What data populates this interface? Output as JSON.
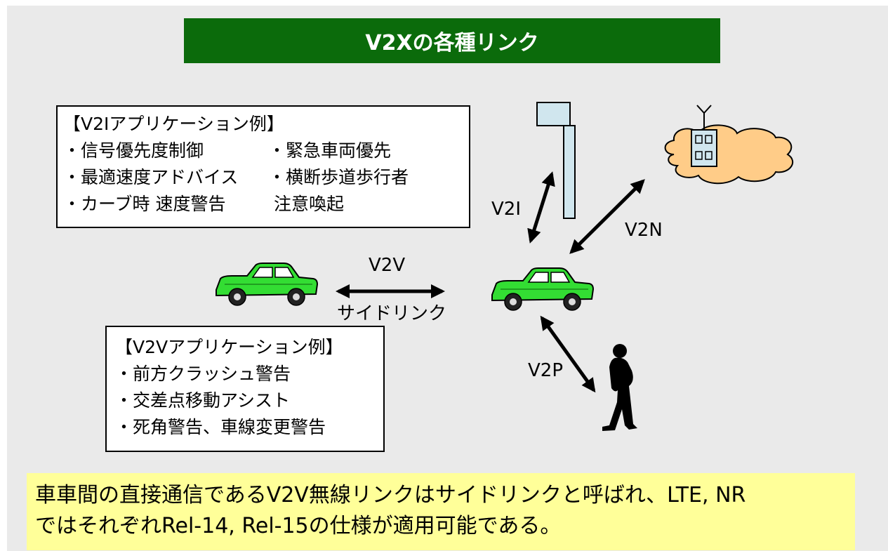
{
  "title": "V2Xの各種リンク",
  "v2i_box": {
    "heading": "【V2Iアプリケーション例】",
    "items": [
      "・信号優先度制御",
      "・緊急車両優先",
      "・最適速度アドバイス",
      "・横断歩道歩行者",
      "・カーブ時 速度警告",
      " 注意喚起"
    ]
  },
  "v2v_box": {
    "heading": "【V2Vアプリケーション例】",
    "items": [
      "・前方クラッシュ警告",
      "・交差点移動アシスト",
      "・死角警告、車線変更警告"
    ]
  },
  "links": {
    "v2v": "V2V",
    "sidelink": "サイドリンク",
    "v2i": "V2I",
    "v2n": "V2N",
    "v2p": "V2P"
  },
  "footer": {
    "line1": "車車間の直接通信であるV2V無線リンクはサイドリンクと呼ばれ、LTE, NR",
    "line2": "ではそれぞれRel-14, Rel-15の仕様が適用可能である。"
  },
  "colors": {
    "title_bg": "#0b6b0b",
    "car": "#33dd33",
    "cloud": "#ffcc88",
    "footer_bg": "#ffff99",
    "slide_bg": "#eaeaea"
  }
}
